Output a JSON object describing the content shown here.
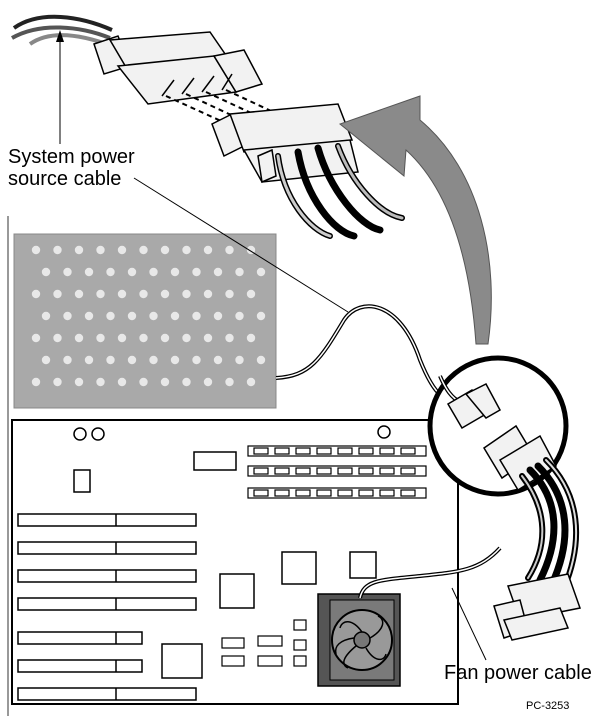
{
  "labels": {
    "system_power_source_cable": [
      "System power",
      "source cable"
    ],
    "fan_power_cable": "Fan power cable",
    "figure_code": "PC-3253"
  },
  "colors": {
    "line": "#000000",
    "heatsink_gray": "#a9a9a9",
    "dot_white": "#e8e8e8",
    "arrow_gray": "#8a8a8a",
    "connector_fill": "#f2f2f2",
    "fan_gray": "#7a7a7a"
  },
  "icons": {
    "curved_arrow": "curved-arrow-icon",
    "fan": "fan-icon"
  }
}
